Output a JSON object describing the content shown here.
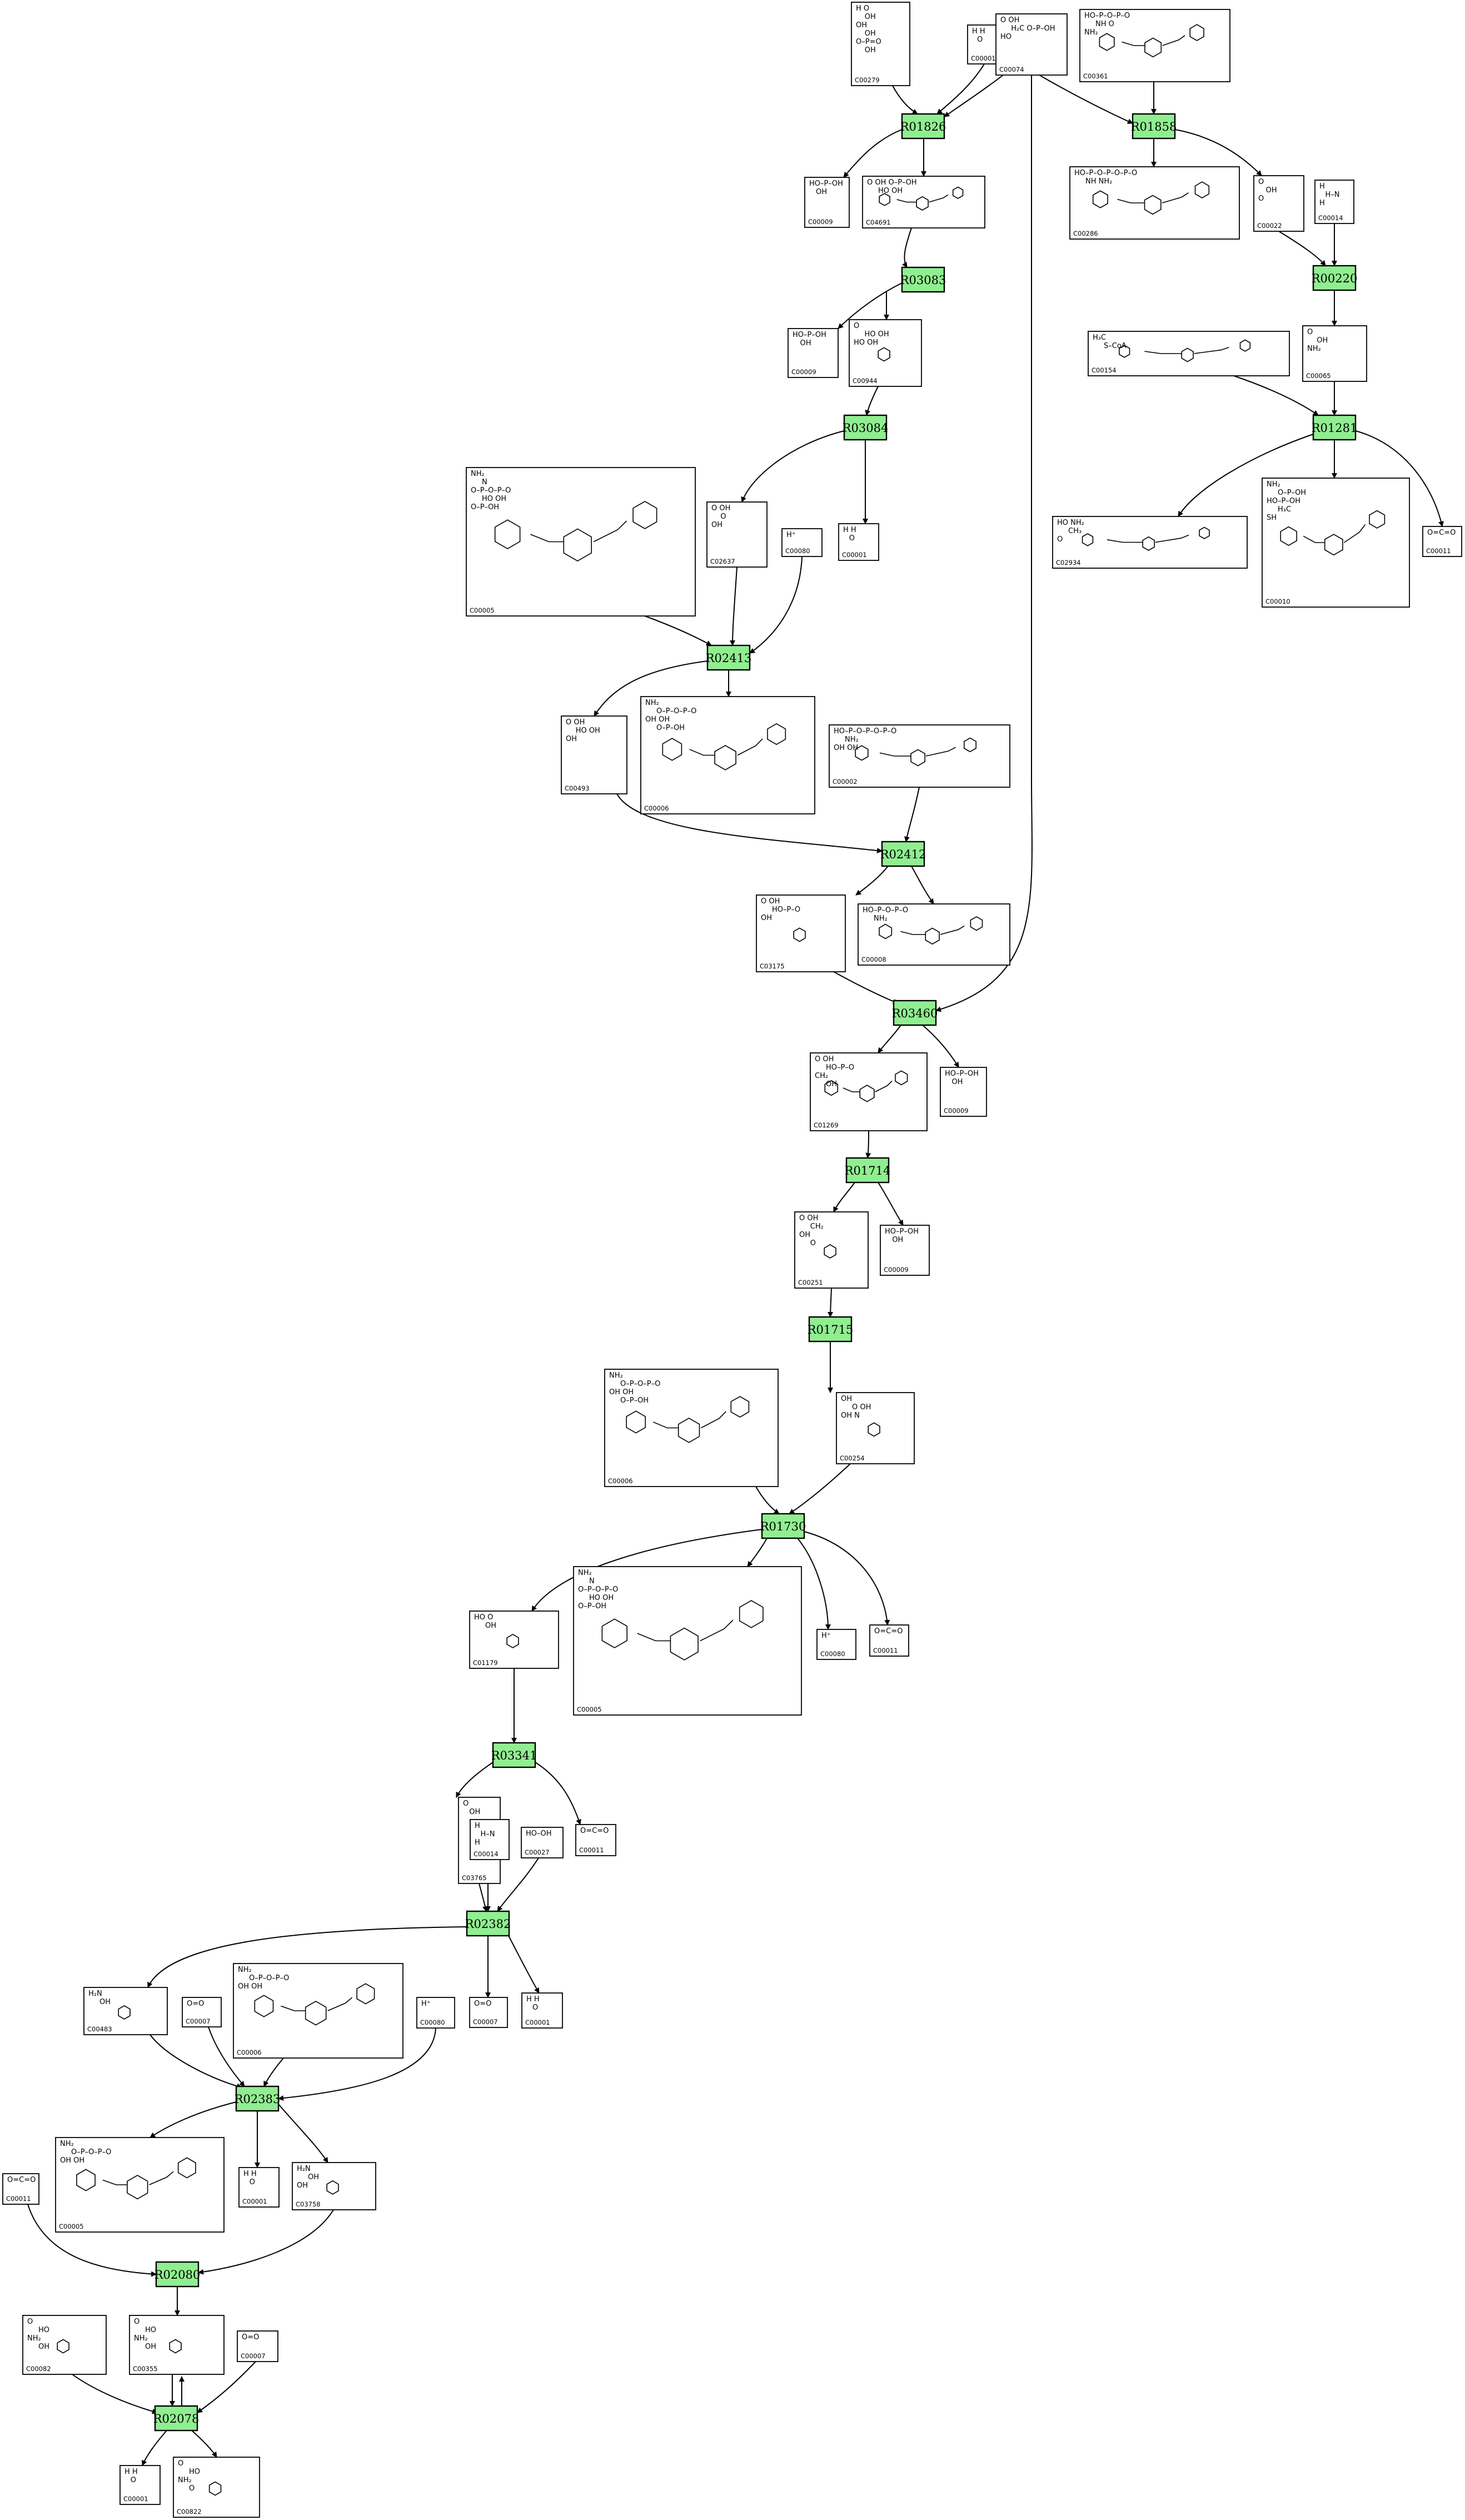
{
  "reactions": [
    "R01826",
    "R01858",
    "R03083",
    "R00220",
    "R03084",
    "R01281",
    "R02413",
    "R02412",
    "R03460",
    "R01714",
    "R01715",
    "R01730",
    "R03341",
    "R02382",
    "R02383",
    "R02080",
    "R02078"
  ],
  "compounds": {
    "c0": {
      "id": "C00279",
      "lines": [
        "H  O",
        "OH",
        "OH",
        "OH",
        "O–P=O",
        "OH"
      ]
    },
    "c1": {
      "id": "C00001",
      "lines": [
        "H  H",
        "O"
      ]
    },
    "c2": {
      "id": "C00074",
      "lines": [
        "O   OH",
        "H₂C  O–P–OH",
        "HO"
      ]
    },
    "c3": {
      "id": "C00361",
      "lines": [
        "HO–P–O–P–O",
        "NH  O",
        "NH₂"
      ]
    },
    "c4": {
      "id": "C00009",
      "lines": [
        "HO–P–OH",
        "OH"
      ]
    },
    "c5": {
      "id": "C04691",
      "lines": [
        "O  OH  O–P–OH",
        "HO  OH"
      ]
    },
    "c6": {
      "id": "C00286",
      "lines": [
        "HO–P–O–P–O–P–O",
        "NH  NH₂"
      ]
    },
    "c7": {
      "id": "C00022",
      "lines": [
        "O",
        "OH",
        "O"
      ]
    },
    "c8": {
      "id": "C00014",
      "lines": [
        "H",
        "H–N",
        "H"
      ]
    },
    "c9": {
      "id": "C00009",
      "lines": [
        "HO–P–OH",
        "OH"
      ]
    },
    "c10": {
      "id": "C00944",
      "lines": [
        "O",
        "HO  OH",
        "HO  OH"
      ]
    },
    "c11": {
      "id": "C00154",
      "lines": [
        "H₃C",
        "S–CoA"
      ]
    },
    "c12": {
      "id": "C00065",
      "lines": [
        "O",
        "OH",
        "NH₂"
      ]
    },
    "c13": {
      "id": "C00005",
      "lines": [
        "NH₂",
        "N",
        "O–P–O–P–O",
        "HO  OH",
        "O–P–OH"
      ]
    },
    "c14": {
      "id": "C02637",
      "lines": [
        "O  OH",
        "O",
        "OH"
      ]
    },
    "c15": {
      "id": "C00080",
      "lines": [
        "H⁺"
      ]
    },
    "c16": {
      "id": "C00001",
      "lines": [
        "H  H",
        "O"
      ]
    },
    "c17": {
      "id": "C02934",
      "lines": [
        "HO  NH₂",
        "CH₃",
        "O"
      ]
    },
    "c18": {
      "id": "C00010",
      "lines": [
        "NH₂",
        "O–P–OH",
        "HO–P–OH",
        "H₃C",
        "SH"
      ]
    },
    "c19": {
      "id": "C00011",
      "lines": [
        "O=C=O"
      ]
    },
    "c20": {
      "id": "C00493",
      "lines": [
        "O  OH",
        "HO  OH",
        "OH"
      ]
    },
    "c21": {
      "id": "C00006",
      "lines": [
        "NH₂",
        "O–P–O–P–O",
        "OH  OH",
        "O–P–OH"
      ]
    },
    "c22": {
      "id": "C00002",
      "lines": [
        "HO–P–O–P–O–P–O",
        "NH₂",
        "OH  OH"
      ]
    },
    "c23": {
      "id": "C03175",
      "lines": [
        "O  OH",
        "HO–P–O",
        "OH"
      ]
    },
    "c24": {
      "id": "C00008",
      "lines": [
        "HO–P–O–P–O",
        "NH₂"
      ]
    },
    "c25": {
      "id": "C01269",
      "lines": [
        "O  OH",
        "HO–P–O",
        "CH₂",
        "OH"
      ]
    },
    "c26": {
      "id": "C00009",
      "lines": [
        "HO–P–OH",
        "OH"
      ]
    },
    "c27": {
      "id": "C00251",
      "lines": [
        "O  OH",
        "CH₂",
        "OH",
        "O"
      ]
    },
    "c28": {
      "id": "C00009",
      "lines": [
        "HO–P–OH",
        "OH"
      ]
    },
    "c29": {
      "id": "C00006",
      "lines": [
        "NH₂",
        "O–P–O–P–O",
        "OH  OH",
        "O–P–OH"
      ]
    },
    "c30": {
      "id": "C00254",
      "lines": [
        "OH",
        "O  OH",
        "OH  N"
      ]
    },
    "c31": {
      "id": "C01179",
      "lines": [
        "HO  O",
        "OH"
      ]
    },
    "c32": {
      "id": "C00005",
      "lines": [
        "NH₂",
        "N",
        "O–P–O–P–O",
        "HO  OH",
        "O–P–OH"
      ]
    },
    "c33": {
      "id": "C00080",
      "lines": [
        "H⁺"
      ]
    },
    "c34": {
      "id": "C00011",
      "lines": [
        "O=C=O"
      ]
    },
    "c35": {
      "id": "C03765",
      "lines": [
        "O",
        "OH"
      ]
    },
    "c36": {
      "id": "C00014",
      "lines": [
        "H",
        "H–N",
        "H"
      ]
    },
    "c37": {
      "id": "C00027",
      "lines": [
        "HO–OH"
      ]
    },
    "c38": {
      "id": "C00011",
      "lines": [
        "O=C=O"
      ]
    },
    "c39": {
      "id": "C00483",
      "lines": [
        "H₂N",
        "OH"
      ]
    },
    "c40": {
      "id": "C00007",
      "lines": [
        "O=O"
      ]
    },
    "c41": {
      "id": "C00006",
      "lines": [
        "NH₂",
        "O–P–O–P–O",
        "OH  OH"
      ]
    },
    "c42": {
      "id": "C00080",
      "lines": [
        "H⁺"
      ]
    },
    "c43": {
      "id": "C00007",
      "lines": [
        "O=O"
      ]
    },
    "c44": {
      "id": "C00001",
      "lines": [
        "H  H",
        "O"
      ]
    },
    "c45": {
      "id": "C00011",
      "lines": [
        "O=C=O"
      ]
    },
    "c46": {
      "id": "C00005",
      "lines": [
        "NH₂",
        "O–P–O–P–O",
        "OH  OH"
      ]
    },
    "c47": {
      "id": "C00001",
      "lines": [
        "H  H",
        "O"
      ]
    },
    "c48": {
      "id": "C03758",
      "lines": [
        "H₂N",
        "OH",
        "OH"
      ]
    },
    "c49": {
      "id": "C00082",
      "lines": [
        "O",
        "HO",
        "NH₂",
        "OH"
      ]
    },
    "c50": {
      "id": "C00355",
      "lines": [
        "O",
        "HO",
        "NH₂",
        "OH"
      ]
    },
    "c51": {
      "id": "C00007",
      "lines": [
        "O=O"
      ]
    },
    "c52": {
      "id": "C00001",
      "lines": [
        "H  H",
        "O"
      ]
    },
    "c53": {
      "id": "C00822",
      "lines": [
        "O",
        "HO",
        "NH₂",
        "O"
      ]
    }
  }
}
